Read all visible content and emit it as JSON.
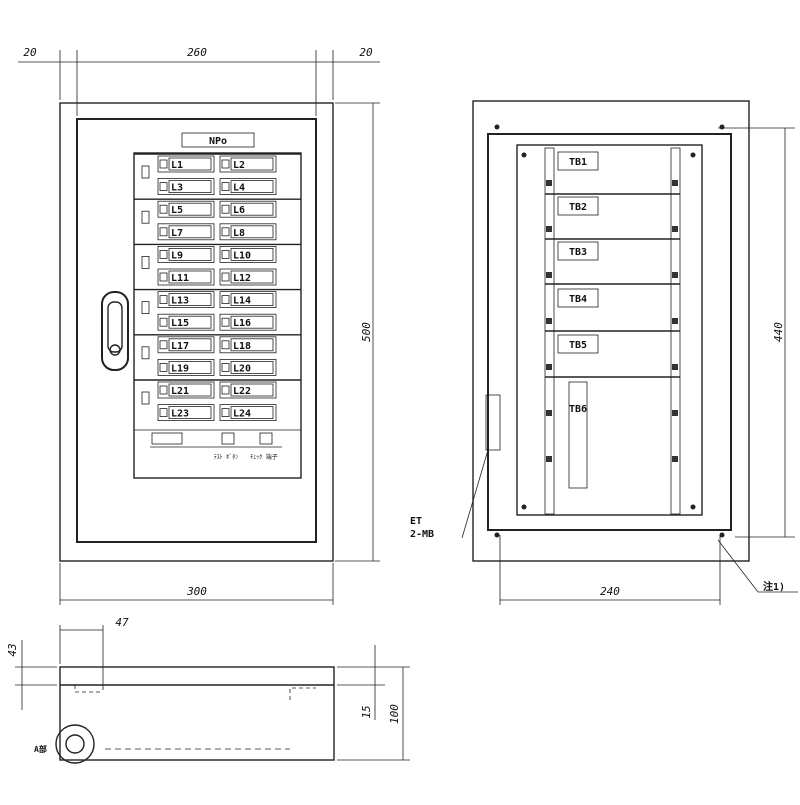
{
  "front_view": {
    "name_plate": "NPo",
    "breaker_rows": [
      {
        "left": "L1",
        "right": "L2"
      },
      {
        "left": "L3",
        "right": "L4"
      },
      {
        "left": "L5",
        "right": "L6"
      },
      {
        "left": "L7",
        "right": "L8"
      },
      {
        "left": "L9",
        "right": "L10"
      },
      {
        "left": "L11",
        "right": "L12"
      },
      {
        "left": "L13",
        "right": "L14"
      },
      {
        "left": "L15",
        "right": "L16"
      },
      {
        "left": "L17",
        "right": "L18"
      },
      {
        "left": "L19",
        "right": "L20"
      },
      {
        "left": "L21",
        "right": "L22"
      },
      {
        "left": "L23",
        "right": "L24"
      }
    ],
    "bottom_labels": [
      "ﾃｽﾄ\nﾎﾞﾀﾝ",
      "ﾁｪｯｸ\n端子"
    ],
    "dims": {
      "left_gap": "20",
      "middle_width": "260",
      "right_gap": "20",
      "total_width": "300",
      "height": "500"
    }
  },
  "side_view": {
    "terminal_blocks": [
      "TB1",
      "TB2",
      "TB3",
      "TB4",
      "TB5"
    ],
    "vertical_block": "TB6",
    "callout_et": "ET\n2-MB",
    "callout_note": "注1)",
    "dims": {
      "width": "240",
      "height": "440"
    }
  },
  "bottom_view": {
    "dims": {
      "offset": "47",
      "depth_small": "43",
      "height_small": "15",
      "height_total": "100"
    },
    "knockout_label": "A部"
  }
}
